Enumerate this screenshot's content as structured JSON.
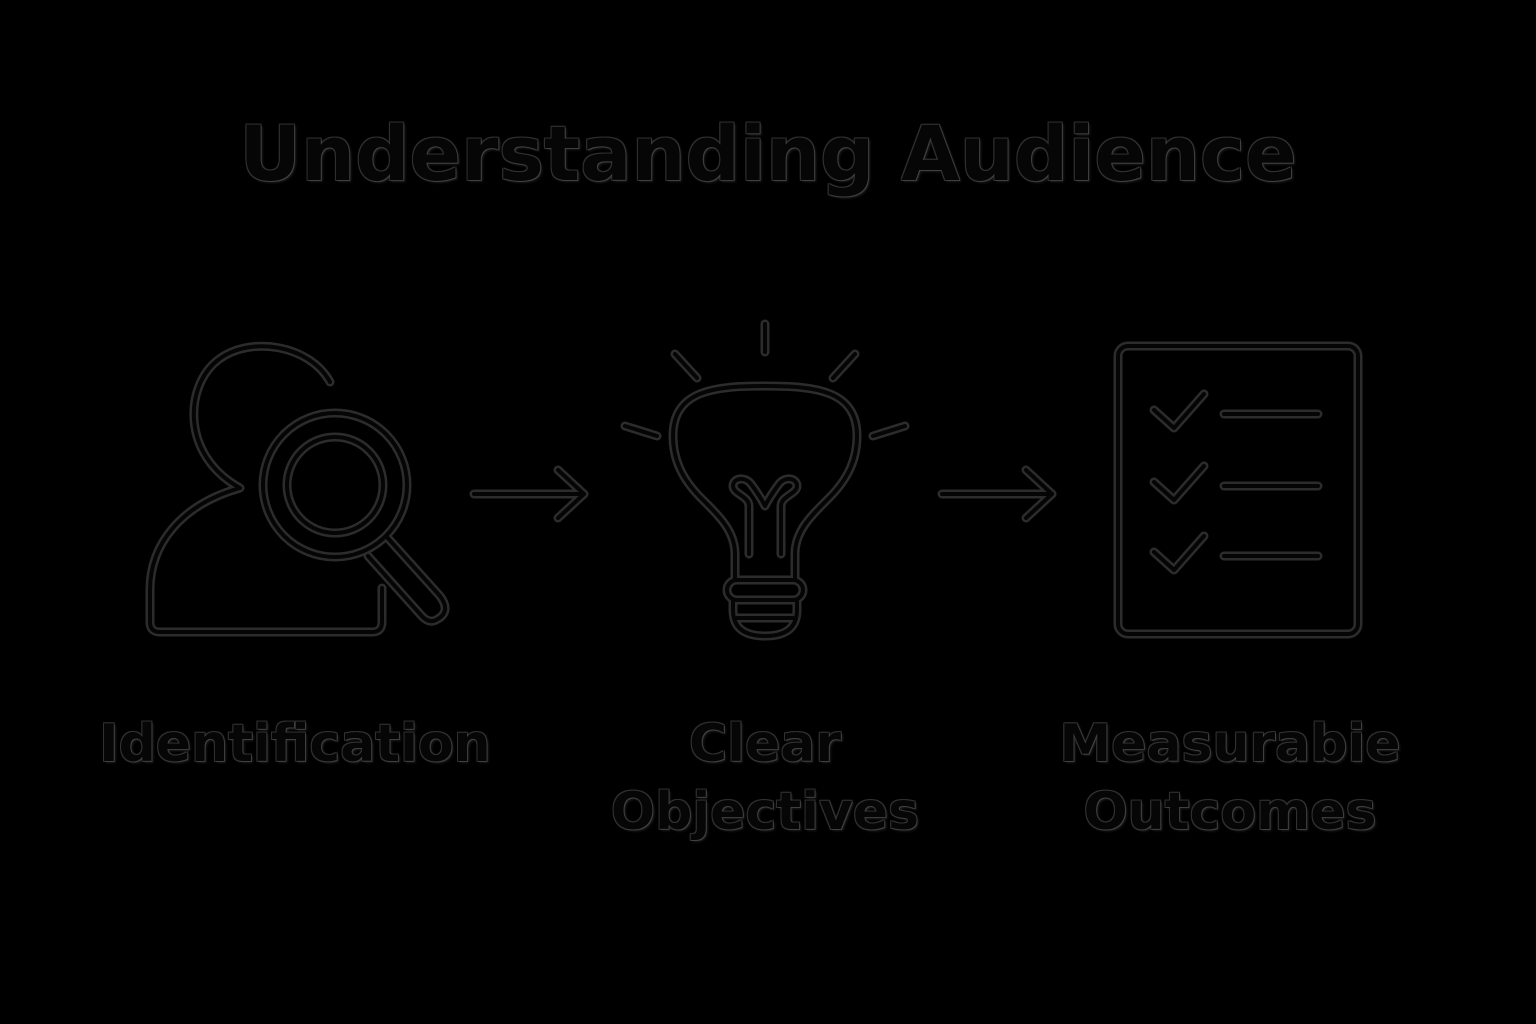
{
  "title": "Understanding Audience",
  "steps": [
    {
      "icon": "person-search-icon",
      "line1": "Identification",
      "line2": ""
    },
    {
      "icon": "lightbulb-icon",
      "line1": "Clear",
      "line2": "Objectives"
    },
    {
      "icon": "checklist-icon",
      "line1": "Measurabie",
      "line2": "Outcomes"
    }
  ],
  "connectors": [
    "arrow-right-icon",
    "arrow-right-icon"
  ],
  "colors": {
    "background": "#000000",
    "outline": "#2c2c2c"
  }
}
